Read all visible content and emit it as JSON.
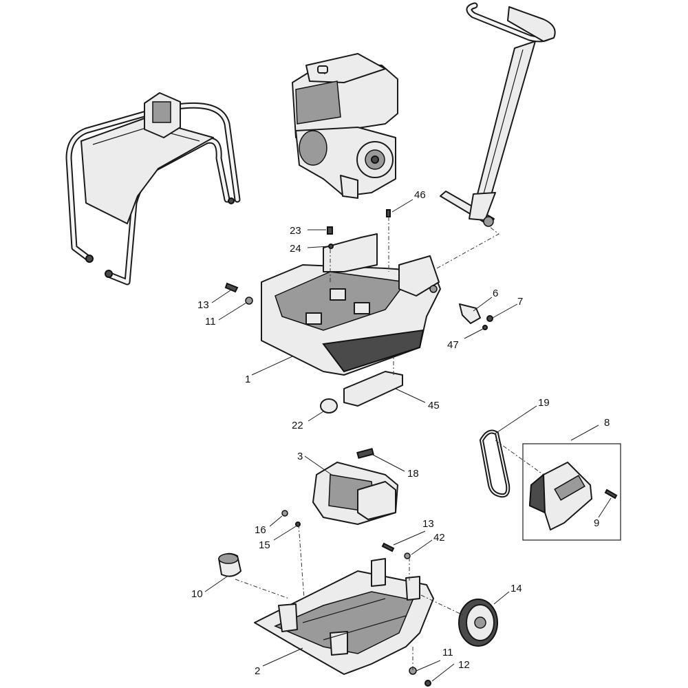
{
  "diagram": {
    "callouts": [
      {
        "id": "c1",
        "text": "1"
      },
      {
        "id": "c2",
        "text": "2"
      },
      {
        "id": "c3",
        "text": "3"
      },
      {
        "id": "c6",
        "text": "6"
      },
      {
        "id": "c7",
        "text": "7"
      },
      {
        "id": "c8",
        "text": "8"
      },
      {
        "id": "c9",
        "text": "9"
      },
      {
        "id": "c10",
        "text": "10"
      },
      {
        "id": "c11a",
        "text": "11"
      },
      {
        "id": "c11b",
        "text": "11"
      },
      {
        "id": "c12",
        "text": "12"
      },
      {
        "id": "c13a",
        "text": "13"
      },
      {
        "id": "c13b",
        "text": "13"
      },
      {
        "id": "c14",
        "text": "14"
      },
      {
        "id": "c15",
        "text": "15"
      },
      {
        "id": "c16",
        "text": "16"
      },
      {
        "id": "c18",
        "text": "18"
      },
      {
        "id": "c19",
        "text": "19"
      },
      {
        "id": "c22",
        "text": "22"
      },
      {
        "id": "c23",
        "text": "23"
      },
      {
        "id": "c24",
        "text": "24"
      },
      {
        "id": "c42",
        "text": "42"
      },
      {
        "id": "c45",
        "text": "45"
      },
      {
        "id": "c46",
        "text": "46"
      },
      {
        "id": "c47",
        "text": "47"
      }
    ]
  }
}
